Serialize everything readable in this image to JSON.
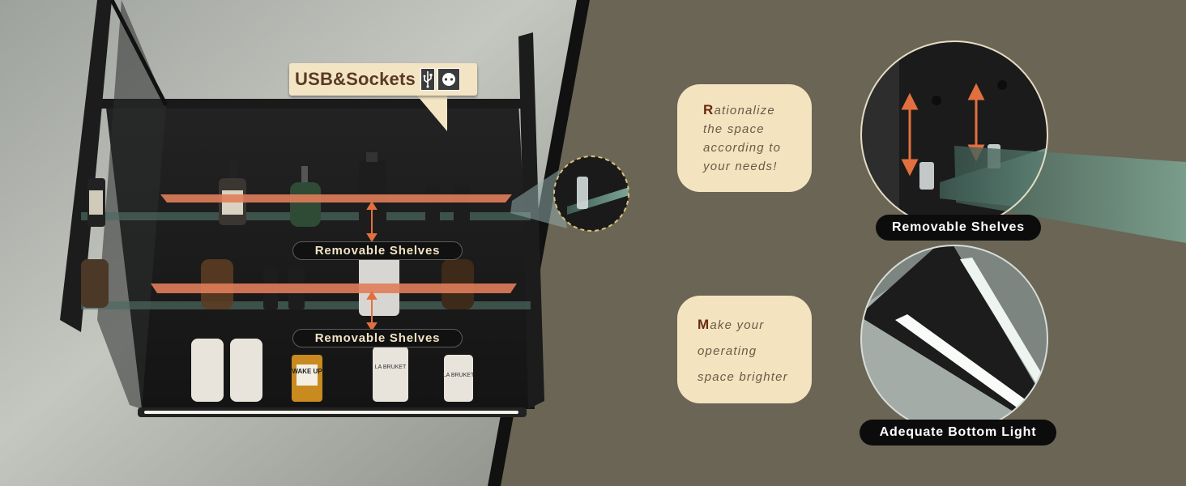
{
  "callout": {
    "usb_label": "USB&Sockets",
    "icons": [
      "usb-icon",
      "power-socket-icon"
    ]
  },
  "shelves": {
    "upper_label": "Removable Shelves",
    "lower_label": "Removable Shelves"
  },
  "notes": {
    "rationalize": {
      "cap": "R",
      "lines": [
        "ationalize",
        "the space",
        "according to",
        "your needs!"
      ]
    },
    "brighter": {
      "cap": "M",
      "lines": [
        "ake your",
        "operating",
        "space brighter"
      ]
    }
  },
  "details": {
    "shelves_label": "Removable Shelves",
    "light_label": "Adequate Bottom Light"
  },
  "product_labels": {
    "wake_up": "WAKE UP",
    "la_bruket_1": "LA BRUKET",
    "la_bruket_2": "LA BRUKET"
  },
  "colors": {
    "background": "#6b6555",
    "callout_bg": "#f3e5c4",
    "shelf_highlight": "#e07d5a",
    "arrow": "#e2703f",
    "pill_text": "#f1e4c3"
  }
}
